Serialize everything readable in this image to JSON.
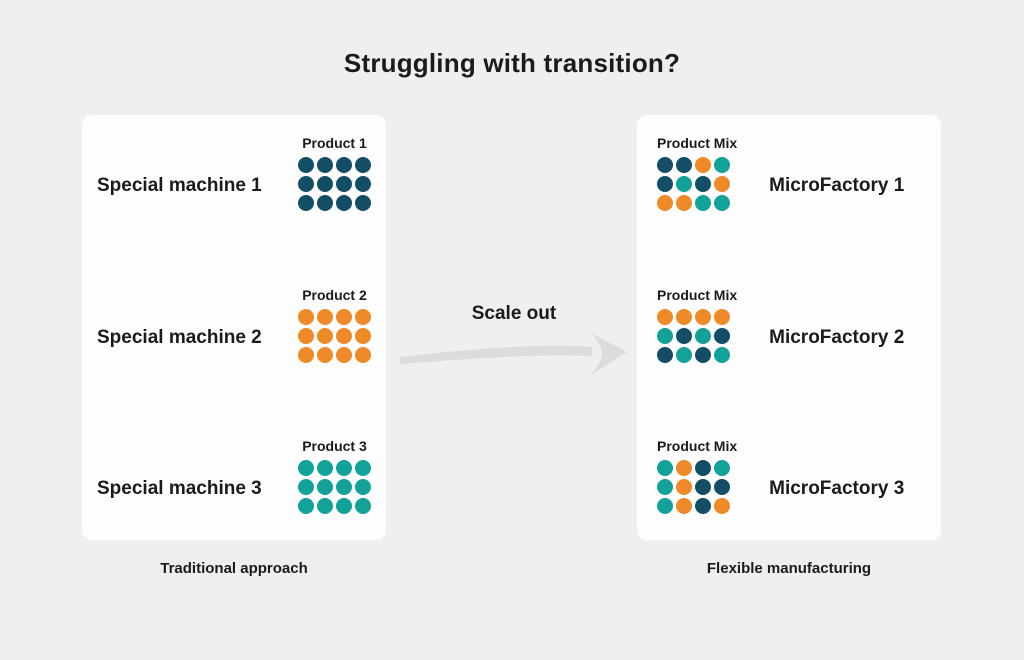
{
  "title": "Struggling with transition?",
  "colors": {
    "navy": "#134e66",
    "orange": "#ee8a28",
    "teal": "#12a29a",
    "arrow": "#dcdcdc",
    "background": "#f0efed",
    "panel": "#fdfdfd",
    "text": "#1b1b1b"
  },
  "middle": {
    "label": "Scale out",
    "arrow_icon": "right-swoosh-arrow"
  },
  "left": {
    "caption": "Traditional approach",
    "rows": [
      {
        "label": "Special machine 1",
        "product_label": "Product 1",
        "dots": [
          "navy",
          "navy",
          "navy",
          "navy",
          "navy",
          "navy",
          "navy",
          "navy",
          "navy",
          "navy",
          "navy",
          "navy"
        ]
      },
      {
        "label": "Special machine 2",
        "product_label": "Product 2",
        "dots": [
          "orange",
          "orange",
          "orange",
          "orange",
          "orange",
          "orange",
          "orange",
          "orange",
          "orange",
          "orange",
          "orange",
          "orange"
        ]
      },
      {
        "label": "Special machine 3",
        "product_label": "Product 3",
        "dots": [
          "teal",
          "teal",
          "teal",
          "teal",
          "teal",
          "teal",
          "teal",
          "teal",
          "teal",
          "teal",
          "teal",
          "teal"
        ]
      }
    ]
  },
  "right": {
    "caption": "Flexible manufacturing",
    "rows": [
      {
        "label": "MicroFactory 1",
        "product_label": "Product Mix",
        "dots": [
          "navy",
          "navy",
          "orange",
          "teal",
          "navy",
          "teal",
          "navy",
          "orange",
          "orange",
          "orange",
          "teal",
          "teal"
        ]
      },
      {
        "label": "MicroFactory 2",
        "product_label": "Product Mix",
        "dots": [
          "orange",
          "orange",
          "orange",
          "orange",
          "teal",
          "navy",
          "teal",
          "navy",
          "navy",
          "teal",
          "navy",
          "teal"
        ]
      },
      {
        "label": "MicroFactory 3",
        "product_label": "Product Mix",
        "dots": [
          "teal",
          "orange",
          "navy",
          "teal",
          "teal",
          "orange",
          "navy",
          "navy",
          "teal",
          "orange",
          "navy",
          "orange"
        ]
      }
    ]
  }
}
